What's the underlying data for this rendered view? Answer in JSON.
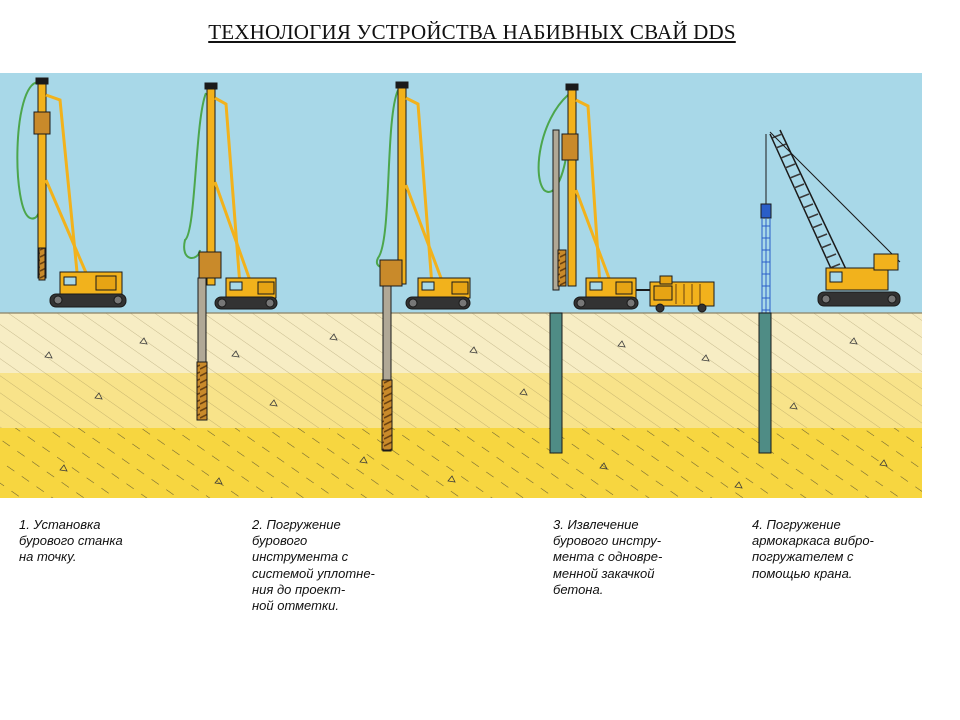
{
  "title": "ТЕХНОЛОГИЯ УСТРОЙСТВА НАБИВНЫХ СВАЙ DDS",
  "colors": {
    "sky": "#a8d8e8",
    "soil_top": "#f7edc4",
    "soil_middle": "#f8e38a",
    "soil_bottom": "#f7d640",
    "rig": "#f2b21c",
    "concrete_pile": "#4f8c85",
    "rebar_cage": "#2a5ec8",
    "hose": "#4ca64c",
    "outline": "#1a1a1a"
  },
  "steps": [
    {
      "id": "step-1",
      "lines": [
        "1. Установка",
        "бурового станка",
        "на точку."
      ]
    },
    {
      "id": "step-2",
      "lines": [
        "2. Погружение",
        "бурового",
        "инструмента с",
        "системой уплотне-",
        "ния до проект-",
        "ной отметки."
      ]
    },
    {
      "id": "step-3",
      "lines": [
        "3. Извлечение",
        "бурового инстру-",
        "мента с одновре-",
        "менной закачкой",
        "бетона."
      ]
    },
    {
      "id": "step-4",
      "lines": [
        "4. Погружение",
        "армокаркаса вибро-",
        "погружателем с",
        "помощью крана."
      ]
    }
  ]
}
